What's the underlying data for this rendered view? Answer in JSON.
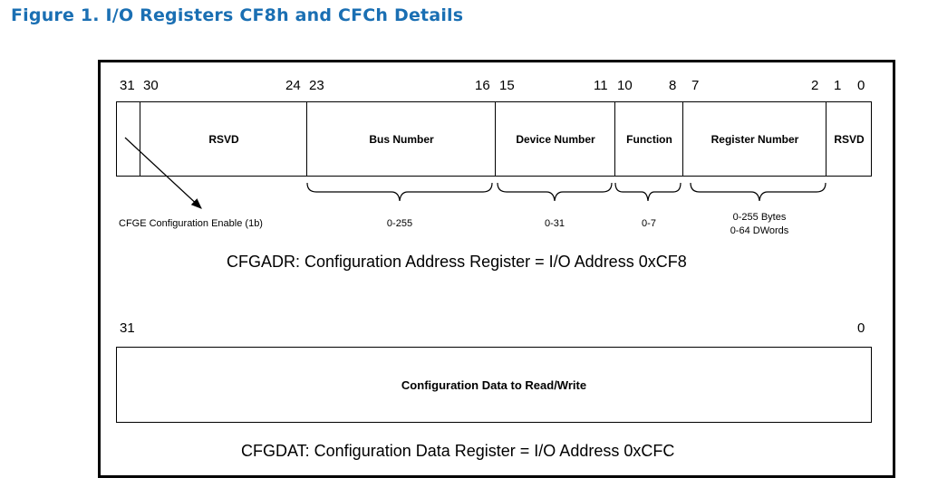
{
  "figure": {
    "title": "Figure 1.  I/O Registers CF8h and CFCh Details",
    "title_color": "#1a6fb3"
  },
  "cfgadr": {
    "bit_labels": {
      "b31": "31",
      "b30": "30",
      "b24": "24",
      "b23": "23",
      "b16": "16",
      "b15": "15",
      "b11": "11",
      "b10": "10",
      "b8": "8",
      "b7": "7",
      "b2": "2",
      "b1": "1",
      "b0": "0"
    },
    "fields": {
      "rsvd_high": "RSVD",
      "bus_number": "Bus Number",
      "device_number": "Device Number",
      "function": "Function",
      "register_number": "Register Number",
      "rsvd_low": "RSVD"
    },
    "ranges": {
      "cfge": "CFGE   Configuration Enable (1b)",
      "bus": "0-255",
      "device": "0-31",
      "function": "0-7",
      "register_line1": "0-255 Bytes",
      "register_line2": "0-64 DWords"
    },
    "caption": "CFGADR:  Configuration Address Register = I/O Address 0xCF8"
  },
  "cfgdat": {
    "bit_labels": {
      "b31": "31",
      "b0": "0"
    },
    "field": "Configuration Data to Read/Write",
    "caption": "CFGDAT:  Configuration Data Register = I/O Address 0xCFC"
  }
}
